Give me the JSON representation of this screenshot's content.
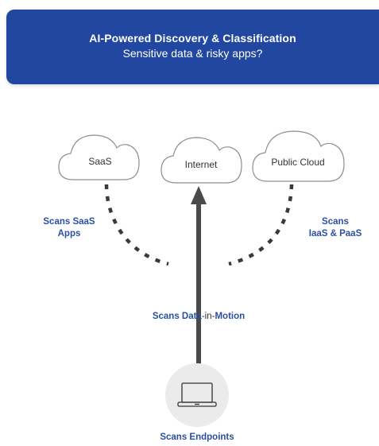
{
  "header": {
    "title": "AI-Powered Discovery & Classification",
    "subtitle": "Sensitive data & risky apps?"
  },
  "clouds": {
    "saas": "SaaS",
    "internet": "Internet",
    "public_cloud": "Public Cloud"
  },
  "labels": {
    "scans_saas_line1": "Scans SaaS",
    "scans_saas_line2": "Apps",
    "scans_iaas_line1": "Scans",
    "scans_iaas_line2": "IaaS & PaaS",
    "motion_part1": "Scans Data",
    "motion_part2": "-in-",
    "motion_part3": "Motion",
    "endpoints": "Scans Endpoints"
  },
  "icons": {
    "cloud": "cloud-icon",
    "laptop": "laptop-icon",
    "arrow": "arrow-up-icon"
  },
  "colors": {
    "banner": "#2147a0",
    "label": "#2a4fa3",
    "connector": "#3a3a3a",
    "endpoint_circle": "#ebebeb"
  }
}
